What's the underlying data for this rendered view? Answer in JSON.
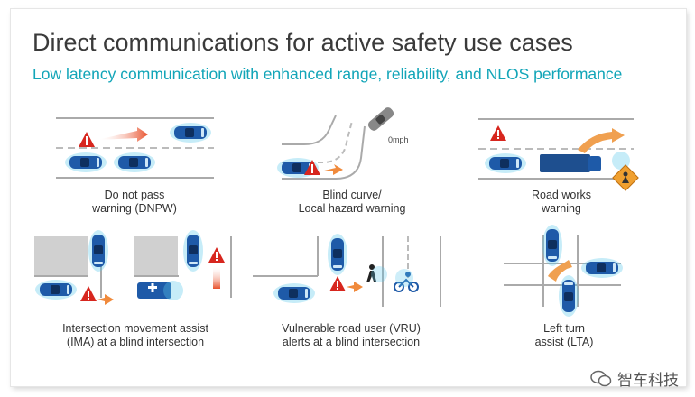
{
  "slide": {
    "title": "Direct communications for active safety use cases",
    "subtitle": "Low latency communication with enhanced range, reliability, and NLOS performance"
  },
  "use_cases": [
    {
      "line1": "Do not pass",
      "line2": "warning (DNPW)"
    },
    {
      "line1": "Blind curve/",
      "line2": "Local hazard warning"
    },
    {
      "line1": "Road works",
      "line2": "warning"
    },
    {
      "line1": "Intersection movement assist",
      "line2": "(IMA) at a blind intersection"
    },
    {
      "line1": "Vulnerable road user (VRU)",
      "line2": "alerts at a blind intersection"
    },
    {
      "line1": "Left turn",
      "line2": "assist (LTA)"
    }
  ],
  "speed_label": "0mph",
  "watermark": "智车科技",
  "colors": {
    "car": "#1e5aa8",
    "glow": "#5cc8ea",
    "warning": "#d7261e",
    "arrow": "#f08a3c",
    "accent": "#12a5b8",
    "sign": "#f0a030"
  },
  "icons": [
    "car-icon",
    "warning-icon",
    "arrow-icon",
    "truck-icon",
    "ambulance-icon",
    "pedestrian-icon",
    "cyclist-icon",
    "road-works-sign-icon",
    "wechat-icon"
  ]
}
